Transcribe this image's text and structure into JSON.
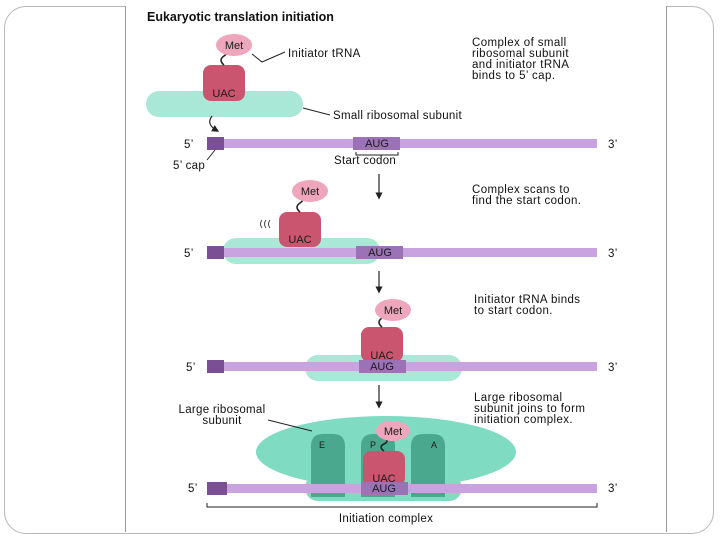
{
  "title": "Eukaryotic translation initiation",
  "labels": {
    "met": "Met",
    "anticodon": "UAC",
    "codon": "AUG",
    "five_prime": "5’",
    "three_prime": "3’",
    "initiator_trna": "Initiator tRNA",
    "small_subunit": "Small ribosomal subunit",
    "five_cap": "5’ cap",
    "start_codon": "Start codon",
    "large_subunit_line1": "Large ribosomal",
    "large_subunit_line2": "subunit",
    "site_e": "E",
    "site_p": "P",
    "site_a": "A",
    "initiation_complex": "Initiation complex"
  },
  "steps": [
    {
      "caption": [
        "Complex of small",
        "ribosomal subunit",
        "and initiator tRNA",
        "binds to 5’ cap."
      ]
    },
    {
      "caption": [
        "Complex scans to",
        "find the start codon."
      ]
    },
    {
      "caption": [
        "Initiator tRNA binds",
        "to start codon."
      ]
    },
    {
      "caption": [
        "Large ribosomal",
        "subunit joins to form",
        "initiation complex."
      ]
    }
  ],
  "colors": {
    "mrna": "#c9a3e0",
    "cap": "#7a4f94",
    "codon_box": "#9b72b6",
    "trna": "#c9566e",
    "met_bubble": "#eda6bb",
    "small_subunit": "#a9e8d6",
    "large_subunit": "#7fdcc2",
    "site_column": "#4aa88e"
  }
}
